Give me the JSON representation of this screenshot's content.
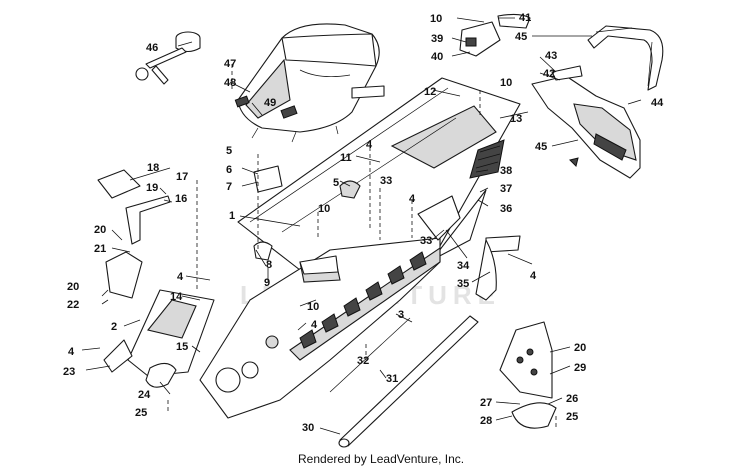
{
  "watermark": "LEADVENTURE",
  "caption": "Rendered by LeadVenture, Inc.",
  "callouts": {
    "c10a": "10",
    "c41": "41",
    "c39": "39",
    "c45a": "45",
    "c40": "40",
    "c43": "43",
    "c42": "42",
    "c46": "46",
    "c47": "47",
    "c48": "48",
    "c49": "49",
    "c10b": "10",
    "c12": "12",
    "c44": "44",
    "c13": "13",
    "c45b": "45",
    "c4a": "4",
    "c5a": "5",
    "c11": "11",
    "c38": "38",
    "c18": "18",
    "c17": "17",
    "c6": "6",
    "c7": "7",
    "c5b": "5",
    "c33a": "33",
    "c37": "37",
    "c19": "19",
    "c16": "16",
    "c4b": "4",
    "c36": "36",
    "c1": "1",
    "c10c": "10",
    "c20a": "20",
    "c21": "21",
    "c8": "8",
    "c33b": "33",
    "c9": "9",
    "c34": "34",
    "c4c": "4",
    "c4d": "4",
    "c20b": "20",
    "c35": "35",
    "c14": "14",
    "c22": "22",
    "c10d": "10",
    "c2": "2",
    "c3": "3",
    "c4e": "4",
    "c15": "15",
    "c4f": "4",
    "c20c": "20",
    "c23": "23",
    "c32": "32",
    "c29": "29",
    "c24": "24",
    "c31": "31",
    "c27": "27",
    "c26": "26",
    "c25a": "25",
    "c28": "28",
    "c25b": "25",
    "c30": "30"
  }
}
